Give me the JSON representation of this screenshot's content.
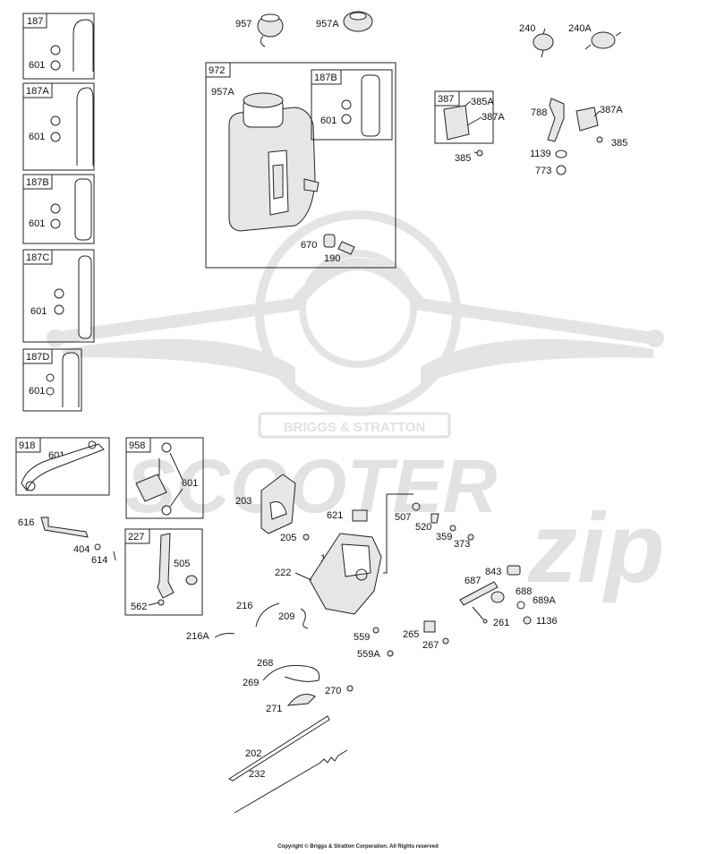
{
  "watermark": {
    "badge": "BRIGGS & STRATTON",
    "word": "SCOOTER",
    "script": "zip"
  },
  "boxes": {
    "b187": "187",
    "b187A": "187A",
    "b187B": "187B",
    "b187C": "187C",
    "b187D": "187D",
    "b972": "972",
    "b187B2": "187B",
    "b387": "387",
    "b918": "918",
    "b958": "958",
    "b227": "227"
  },
  "labels": {
    "l957": "957",
    "l957A": "957A",
    "l240": "240",
    "l240A": "240A",
    "l601a": "601",
    "l601b": "601",
    "l601c": "601",
    "l601d": "601",
    "l601e": "601",
    "l957A2": "957A",
    "l601f": "601",
    "l670": "670",
    "l190": "190",
    "l385A": "385A",
    "l387A": "387A",
    "l385a": "385",
    "l788": "788",
    "l387A2": "387A",
    "l1139": "1139",
    "l385b": "385",
    "l773": "773",
    "l601g": "601",
    "l601h": "601",
    "l616": "616",
    "l404": "404",
    "l614": "614",
    "l505": "505",
    "l562": "562",
    "l203": "203",
    "l205": "205",
    "l621": "621",
    "l507": "507",
    "l520": "520",
    "l359": "359",
    "l373": "373",
    "l188": "188",
    "l222": "222",
    "l843": "843",
    "l687": "687",
    "l688": "688",
    "l689A": "689A",
    "l261": "261",
    "l1136": "1136",
    "l216": "216",
    "l209": "209",
    "l216A": "216A",
    "l559": "559",
    "l559A": "559A",
    "l265": "265",
    "l267": "267",
    "l268": "268",
    "l269": "269",
    "l270": "270",
    "l271": "271",
    "l202": "202",
    "l232": "232"
  },
  "footer": {
    "copyright": "Copyright © Briggs & Stratton Corporation. All Rights reserved"
  }
}
